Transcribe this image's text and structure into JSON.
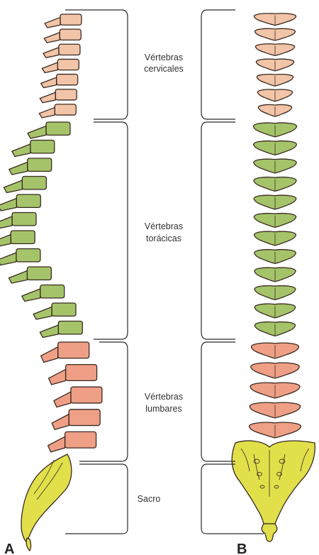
{
  "labels": {
    "cervical_line1": "Vértebras",
    "cervical_line2": "cervicales",
    "thoracic_line1": "Vértebras",
    "thoracic_line2": "torácicas",
    "lumbar_line1": "Vértebras",
    "lumbar_line2": "lumbares",
    "sacrum": "Sacro",
    "panel_a": "A",
    "panel_b": "B"
  },
  "colors": {
    "cervical": "#f2c4a8",
    "thoracic": "#a5c46a",
    "lumbar": "#ee9f86",
    "sacrum": "#e1e04a",
    "outline": "#3a2a20"
  },
  "spine_regions": [
    {
      "region": "cervical",
      "vertebra_count": 7
    },
    {
      "region": "thoracic",
      "vertebra_count": 12
    },
    {
      "region": "lumbar",
      "vertebra_count": 5
    },
    {
      "region": "sacrum",
      "vertebra_count": 1
    }
  ]
}
